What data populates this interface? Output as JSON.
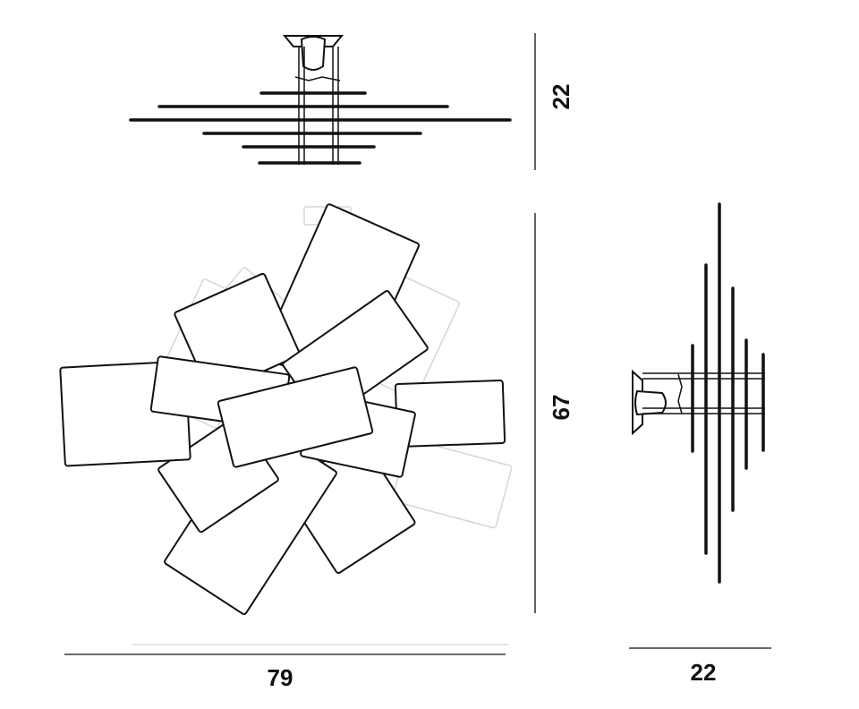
{
  "dimensions": {
    "side_height": "22",
    "front_height": "67",
    "front_width": "79",
    "side_depth": "22"
  },
  "colors": {
    "stroke": "#111111",
    "faint": "#d6d6d6",
    "background": "#ffffff"
  }
}
